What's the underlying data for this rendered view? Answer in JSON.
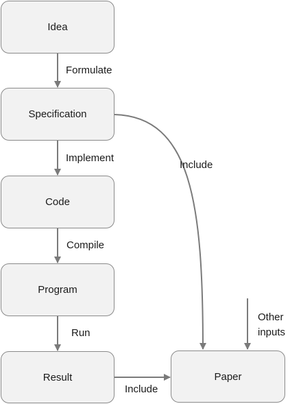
{
  "nodes": {
    "idea": "Idea",
    "specification": "Specification",
    "code": "Code",
    "program": "Program",
    "result": "Result",
    "paper": "Paper"
  },
  "edges": {
    "formulate": "Formulate",
    "implement": "Implement",
    "compile": "Compile",
    "run": "Run",
    "include_result": "Include",
    "include_spec": "Include",
    "other_inputs_line1": "Other",
    "other_inputs_line2": "inputs"
  },
  "colors": {
    "node_fill": "#f2f2f2",
    "node_border": "#8a8a8a",
    "arrow": "#7a7a7a"
  }
}
